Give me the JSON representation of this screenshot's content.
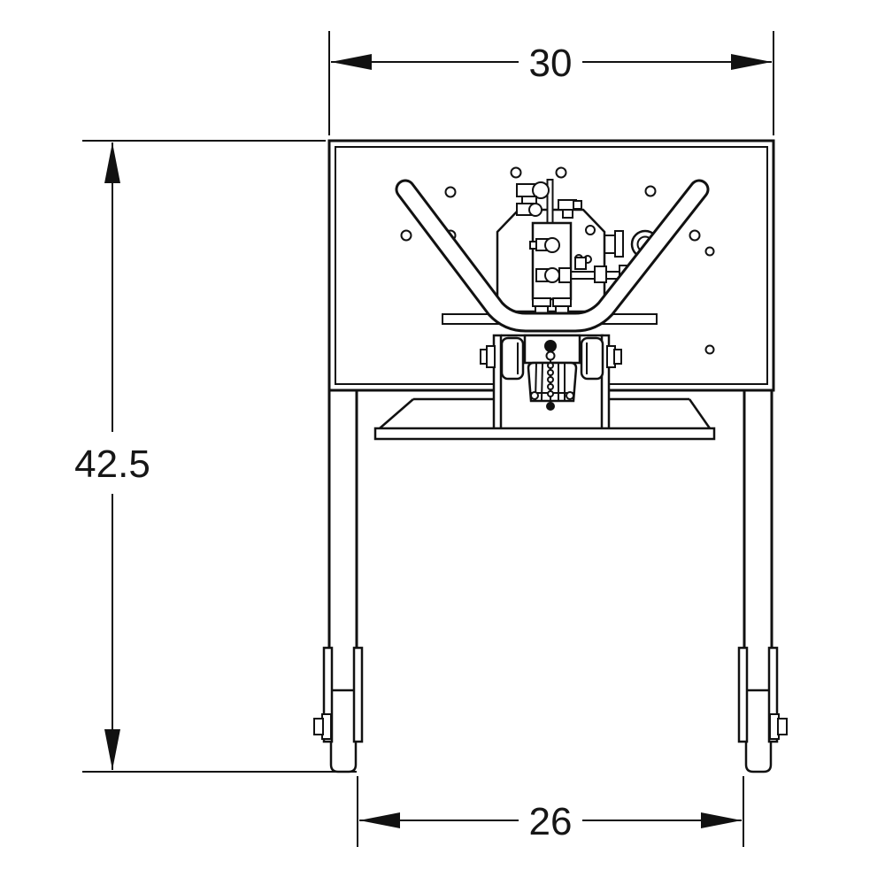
{
  "diagram": {
    "kind": "technical dimension drawing",
    "subject": "hydraulic drum hand truck, front elevation view",
    "background_color": "#ffffff",
    "line_color": "#111111",
    "dimensions": {
      "top_width": {
        "value": "30",
        "orientation": "horizontal",
        "position": "top"
      },
      "overall_height": {
        "value": "42.5",
        "orientation": "vertical",
        "position": "left"
      },
      "wheel_track": {
        "value": "26",
        "orientation": "horizontal",
        "position": "bottom"
      }
    }
  }
}
